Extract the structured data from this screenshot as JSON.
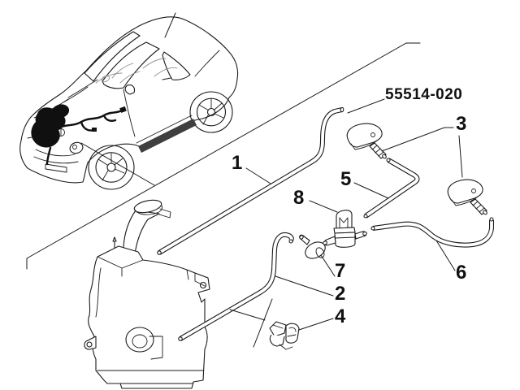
{
  "diagram": {
    "part_number": "55514-020",
    "callouts": [
      {
        "label": "1"
      },
      {
        "label": "2"
      },
      {
        "label": "3"
      },
      {
        "label": "4"
      },
      {
        "label": "5"
      },
      {
        "label": "6"
      },
      {
        "label": "7"
      },
      {
        "label": "8"
      }
    ]
  },
  "colors": {
    "line": "#1a1a1a",
    "background": "#ffffff"
  }
}
